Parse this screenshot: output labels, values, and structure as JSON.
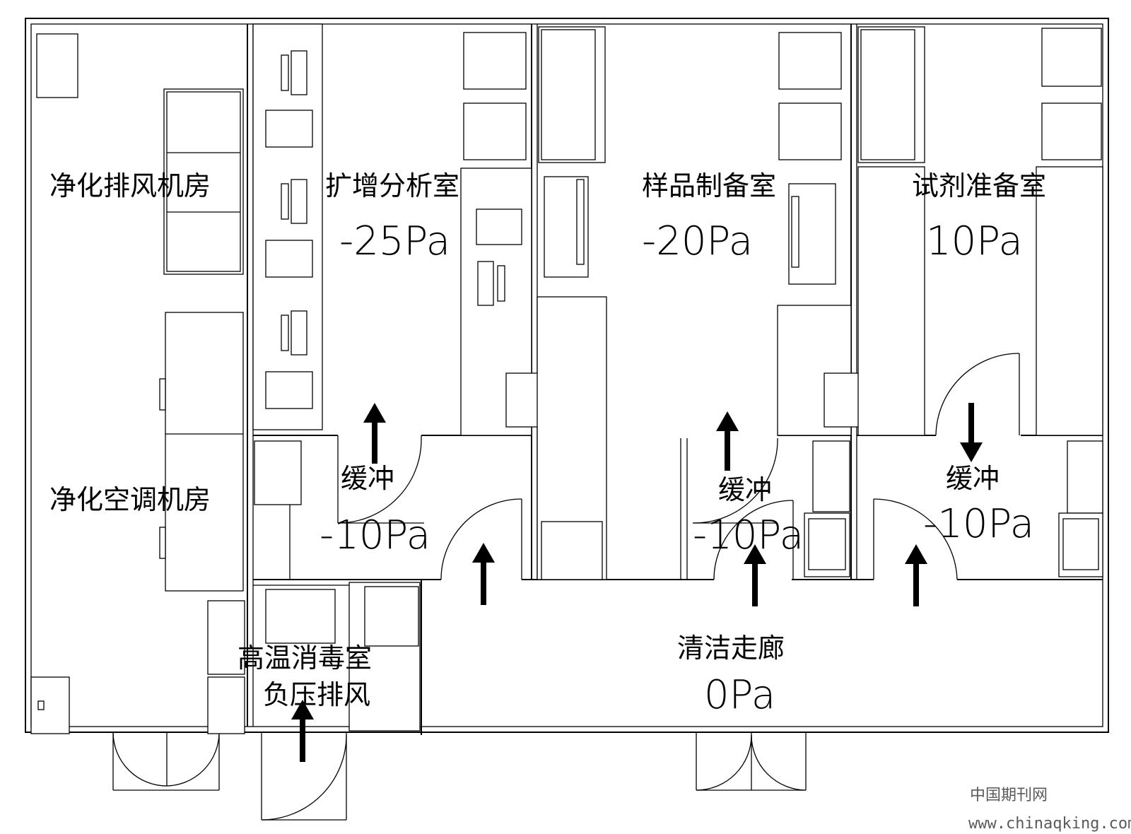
{
  "rooms": {
    "exhaust_room": "净化排风机房",
    "ac_room": "净化空调机房",
    "amplification": {
      "name": "扩增分析室",
      "pressure": "-25Pa"
    },
    "sample_prep": {
      "name": "样品制备室",
      "pressure": "-20Pa"
    },
    "reagent_prep": {
      "name": "试剂准备室",
      "pressure": "10Pa"
    },
    "buffer_1": {
      "name": "缓冲",
      "pressure": "-10Pa"
    },
    "buffer_2": {
      "name": "缓冲",
      "pressure": "-10Pa"
    },
    "buffer_3": {
      "name": "缓冲",
      "pressure": "-10Pa"
    },
    "sterilization": {
      "name": "高温消毒室",
      "note": "负压排风"
    },
    "corridor": {
      "name": "清洁走廊",
      "pressure": "0Pa"
    }
  },
  "watermark": {
    "cn": "中国期刊网",
    "url": "www.chinaqking.com"
  }
}
